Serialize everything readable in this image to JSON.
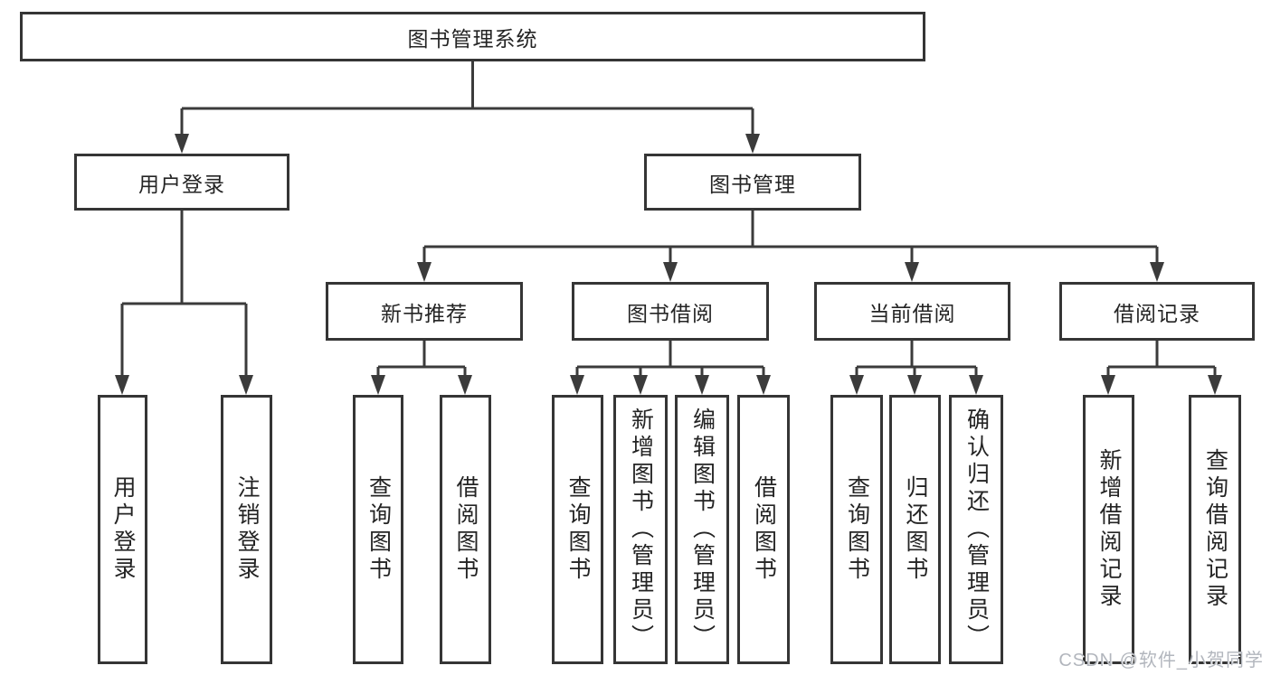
{
  "diagram": {
    "type": "hierarchy-flowchart",
    "colors": {
      "background": "#ffffff",
      "line": "#3b3b3b",
      "box_border": "#353535",
      "text": "#242424",
      "watermark": "#b2b6bd"
    },
    "watermark": "CSDN @软件_小贺同学",
    "nodes": {
      "root": {
        "label": "图书管理系统"
      },
      "user_login": {
        "label": "用户登录"
      },
      "book_mgmt": {
        "label": "图书管理"
      },
      "new_book_rec": {
        "label": "新书推荐"
      },
      "book_borrow": {
        "label": "图书借阅"
      },
      "current_borrow": {
        "label": "当前借阅"
      },
      "borrow_records": {
        "label": "借阅记录"
      },
      "login": {
        "label": "用户登录"
      },
      "logout": {
        "label": "注销登录"
      },
      "rec_query_books": {
        "label": "查询图书"
      },
      "rec_borrow_books": {
        "label": "借阅图书"
      },
      "bb_query_books": {
        "label": "查询图书"
      },
      "bb_add_books": {
        "label": "新增图书（管理员）"
      },
      "bb_edit_books": {
        "label": "编辑图书（管理员）"
      },
      "bb_borrow_books": {
        "label": "借阅图书"
      },
      "cb_query_books": {
        "label": "查询图书"
      },
      "cb_return_books": {
        "label": "归还图书"
      },
      "cb_confirm_return": {
        "label": "确认归还（管理员）"
      },
      "br_add_record": {
        "label": "新增借阅记录"
      },
      "br_query_record": {
        "label": "查询借阅记录"
      }
    },
    "edges": [
      "图书管理系统 -> 用户登录",
      "图书管理系统 -> 图书管理",
      "用户登录 -> 用户登录(竖)",
      "用户登录 -> 注销登录",
      "图书管理 -> 新书推荐",
      "图书管理 -> 图书借阅",
      "图书管理 -> 当前借阅",
      "图书管理 -> 借阅记录",
      "新书推荐 -> 查询图书",
      "新书推荐 -> 借阅图书",
      "图书借阅 -> 查询图书",
      "图书借阅 -> 新增图书（管理员）",
      "图书借阅 -> 编辑图书（管理员）",
      "图书借阅 -> 借阅图书",
      "当前借阅 -> 查询图书",
      "当前借阅 -> 归还图书",
      "当前借阅 -> 确认归还（管理员）",
      "借阅记录 -> 新增借阅记录",
      "借阅记录 -> 查询借阅记录"
    ]
  }
}
